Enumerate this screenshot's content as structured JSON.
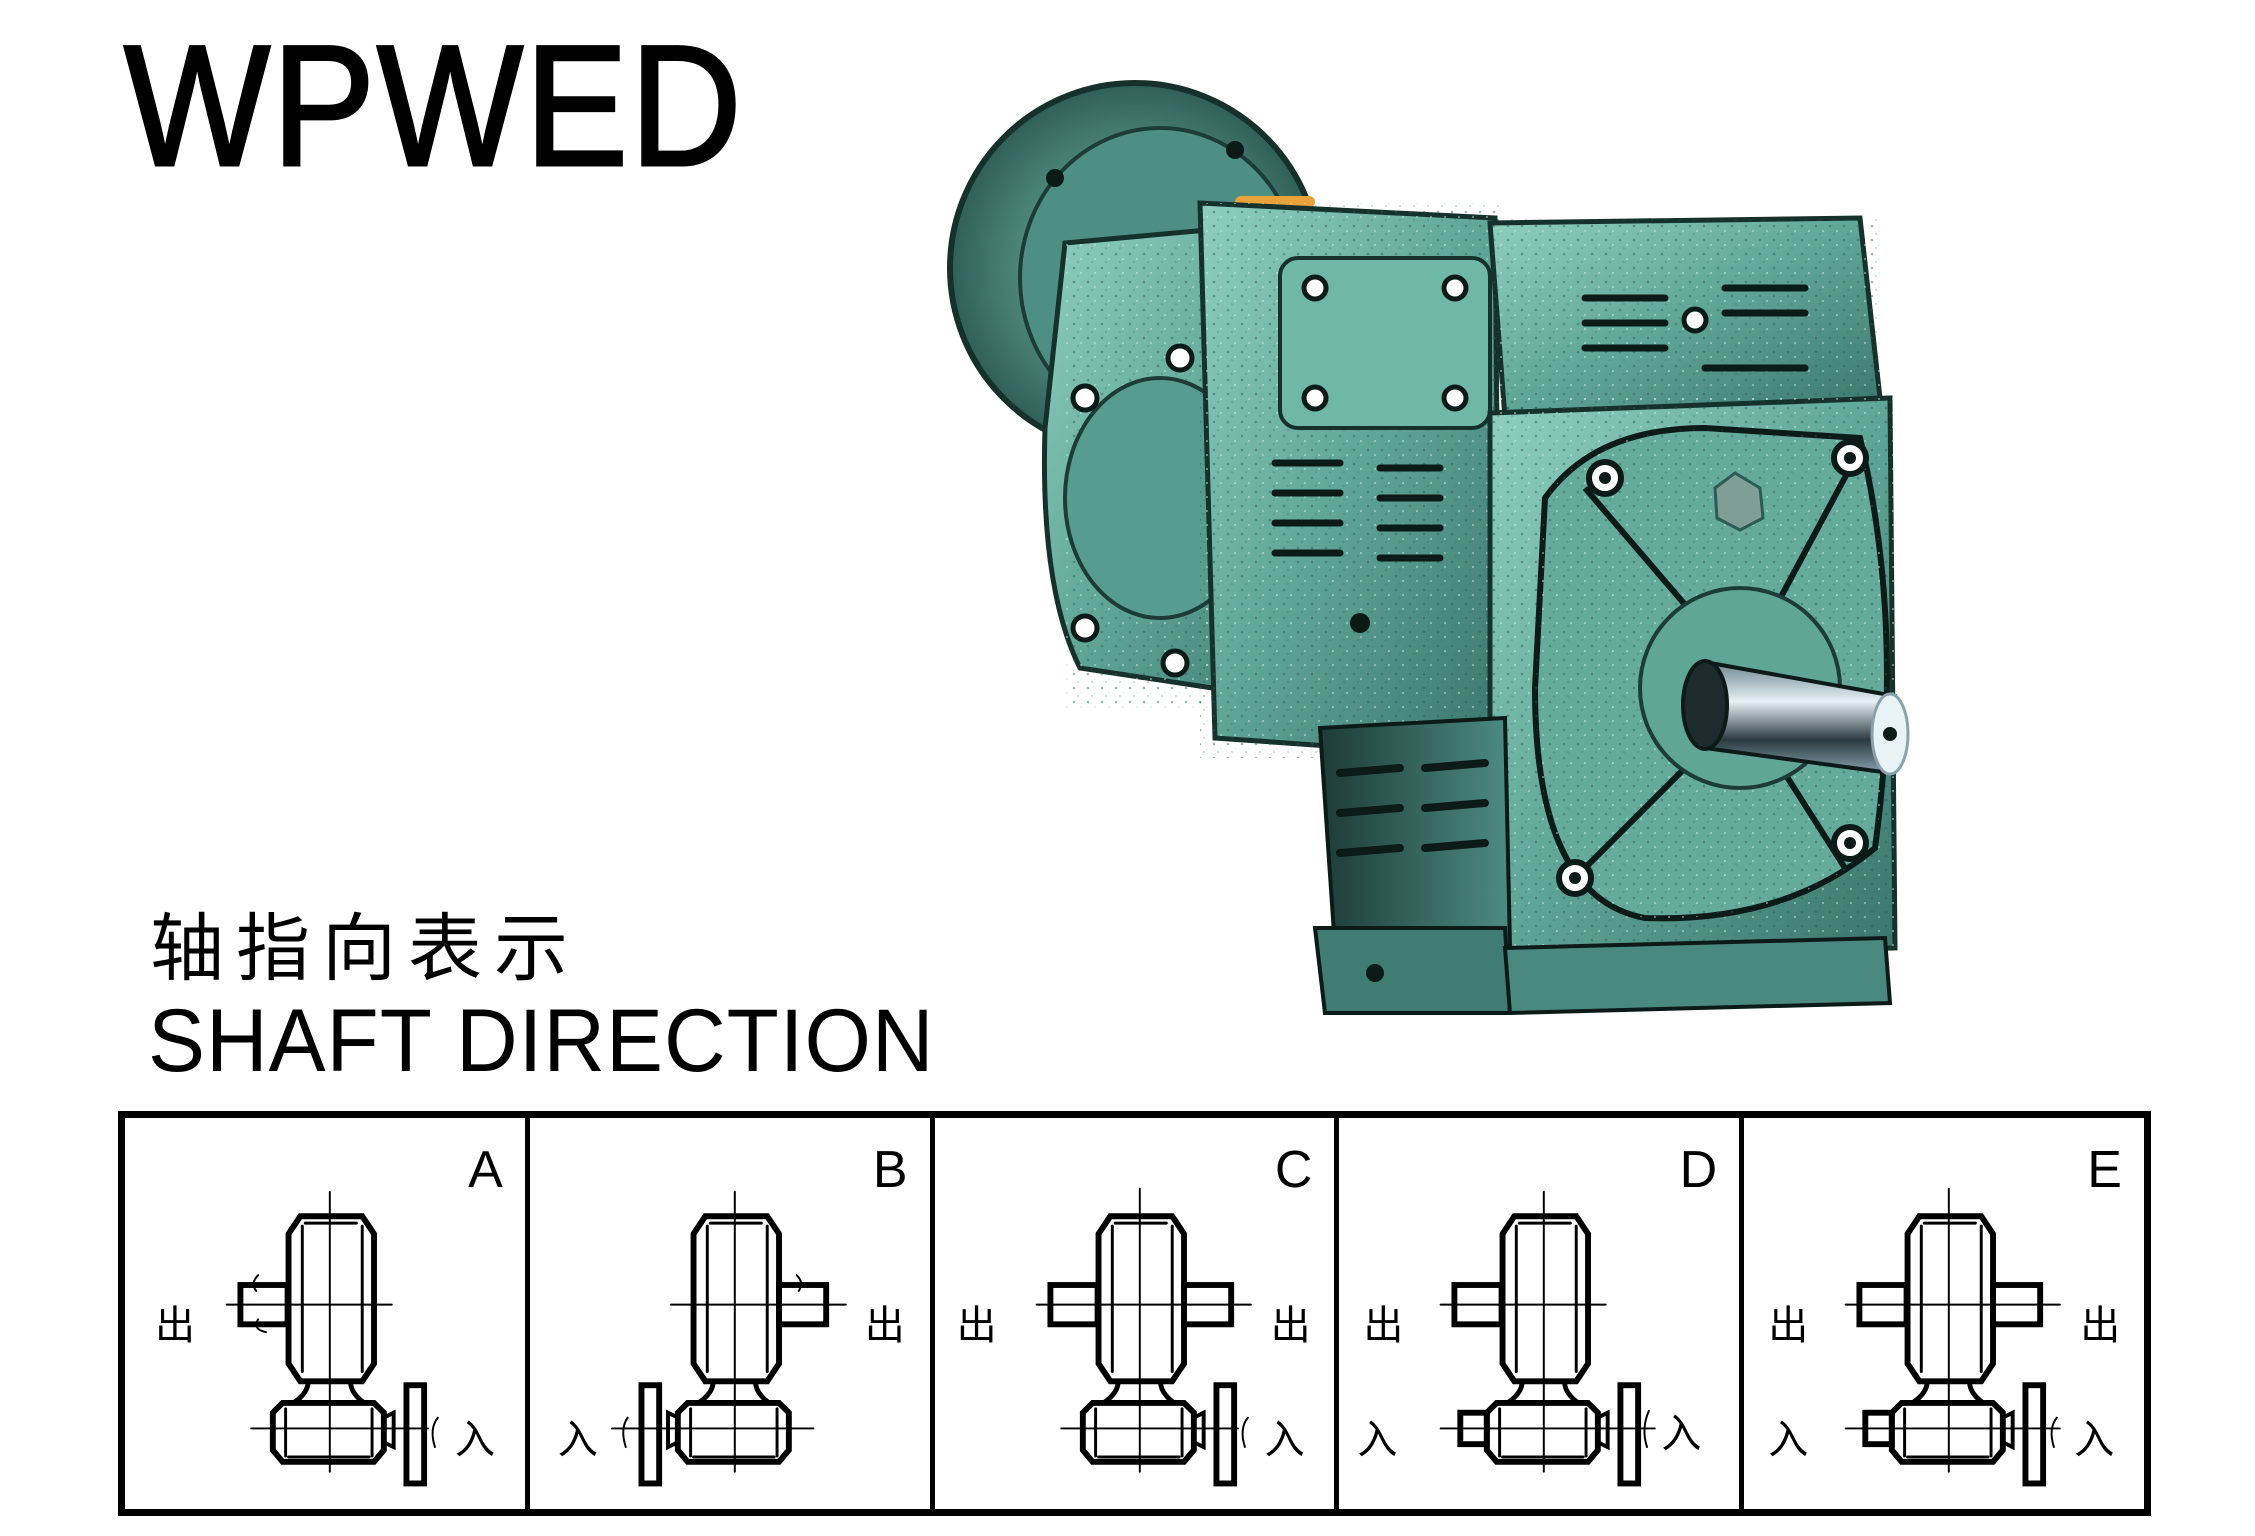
{
  "title": "WPWED",
  "heading": {
    "chinese": "轴指向表示",
    "english": "SHAFT DIRECTION"
  },
  "product_image": {
    "icon": "worm-gear-reducer-photo",
    "colors": {
      "body": "#5fa697",
      "highlight": "#93d3c3",
      "shadow": "#2d5c55",
      "dark": "#16302c",
      "shaft": "#9fb8c4",
      "accent": "#e8a23a"
    }
  },
  "shaft_direction_table": {
    "output_char": "出",
    "input_char": "入",
    "cells": [
      {
        "label": "A",
        "output_left": true,
        "output_right": false,
        "input_left": false,
        "input_right": true,
        "handwheel": "right"
      },
      {
        "label": "B",
        "output_left": false,
        "output_right": true,
        "input_left": true,
        "input_right": false,
        "handwheel": "left"
      },
      {
        "label": "C",
        "output_left": true,
        "output_right": true,
        "input_left": false,
        "input_right": true,
        "handwheel": "right"
      },
      {
        "label": "D",
        "output_left": true,
        "output_right": false,
        "input_left": true,
        "input_right": true,
        "handwheel": "right"
      },
      {
        "label": "E",
        "output_left": true,
        "output_right": true,
        "input_left": true,
        "input_right": true,
        "handwheel": "right"
      }
    ]
  }
}
